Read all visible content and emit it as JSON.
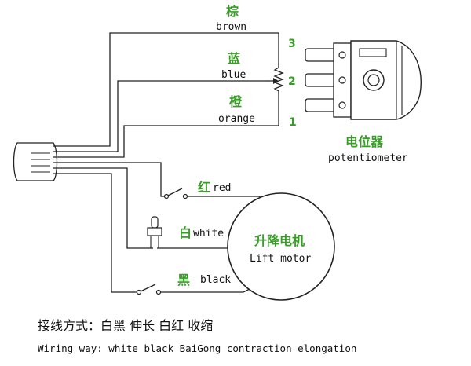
{
  "wires": {
    "brown": {
      "cn": "棕",
      "en": "brown"
    },
    "blue": {
      "cn": "蓝",
      "en": "blue"
    },
    "orange": {
      "cn": "橙",
      "en": "orange"
    },
    "red": {
      "cn": "红",
      "en": "red"
    },
    "white": {
      "cn": "白",
      "en": "white"
    },
    "black": {
      "cn": "黑",
      "en": "black"
    }
  },
  "terminals": {
    "t3": "3",
    "t2": "2",
    "t1": "1"
  },
  "potentiometer": {
    "cn": "电位器",
    "en": "potentiometer"
  },
  "motor": {
    "cn": "升降电机",
    "en": "Lift motor"
  },
  "caption": {
    "cn": "接线方式：白黑  伸长     白红  收缩",
    "en": "Wiring way: white black BaiGong contraction elongation"
  },
  "colors": {
    "label_green": "#3a9a2a",
    "line": "#222222"
  }
}
